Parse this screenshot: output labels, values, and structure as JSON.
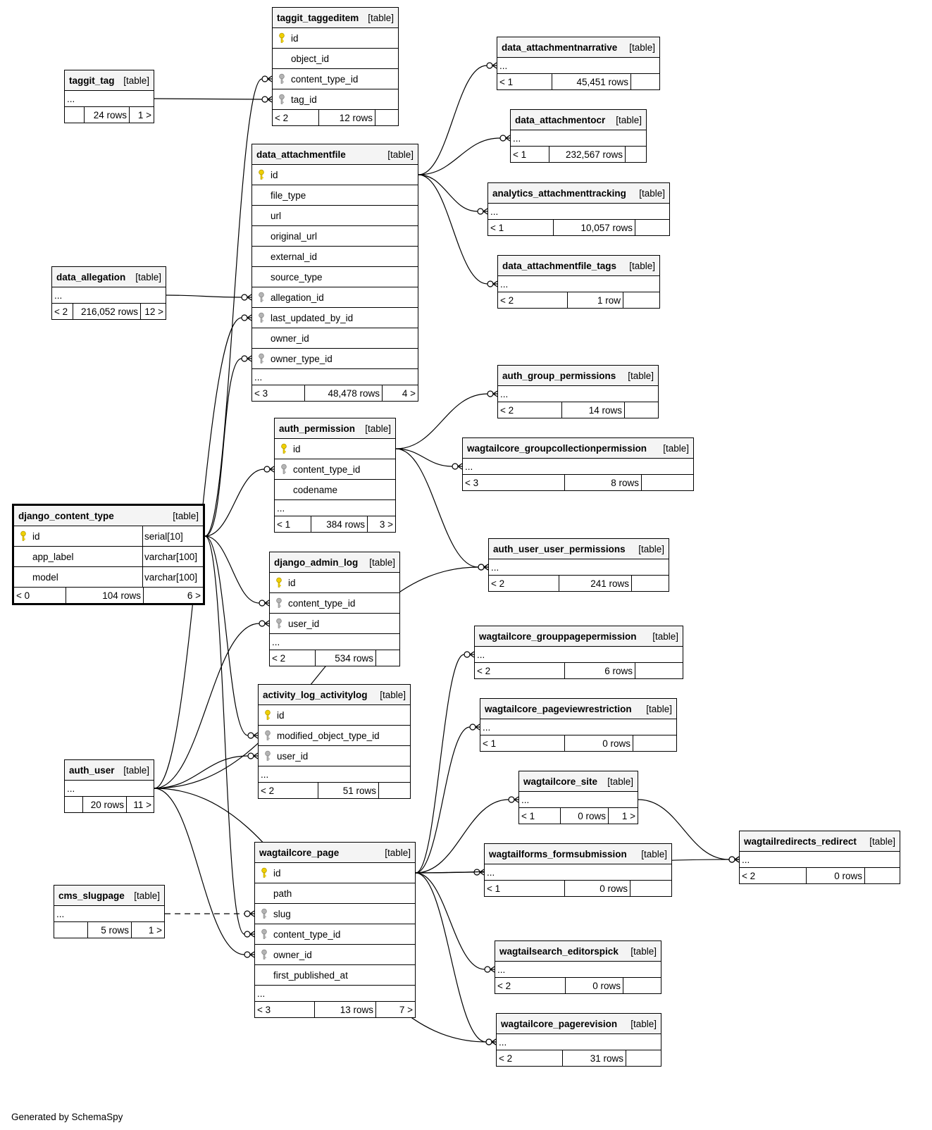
{
  "diagram": {
    "credit": "Generated by SchemaSpy",
    "type_label": "[table]",
    "tables": [
      {
        "id": "taggit_taggeditem",
        "name": "taggit_taggeditem",
        "columns": [
          {
            "name": "id",
            "key": "pk"
          },
          {
            "name": "object_id",
            "key": ""
          },
          {
            "name": "content_type_id",
            "key": "fk"
          },
          {
            "name": "tag_id",
            "key": "fk"
          }
        ],
        "dots": false,
        "parents": "< 2",
        "rows": "12 rows",
        "children": ""
      },
      {
        "id": "taggit_tag",
        "name": "taggit_tag",
        "columns": [],
        "dots": true,
        "parents": "",
        "rows": "24 rows",
        "children": "1 >"
      },
      {
        "id": "data_attachmentfile",
        "name": "data_attachmentfile",
        "columns": [
          {
            "name": "id",
            "key": "pk"
          },
          {
            "name": "file_type",
            "key": ""
          },
          {
            "name": "url",
            "key": ""
          },
          {
            "name": "original_url",
            "key": ""
          },
          {
            "name": "external_id",
            "key": ""
          },
          {
            "name": "source_type",
            "key": ""
          },
          {
            "name": "allegation_id",
            "key": "fk"
          },
          {
            "name": "last_updated_by_id",
            "key": "fk"
          },
          {
            "name": "owner_id",
            "key": ""
          },
          {
            "name": "owner_type_id",
            "key": "fk"
          }
        ],
        "dots": true,
        "parents": "< 3",
        "rows": "48,478 rows",
        "children": "4 >"
      },
      {
        "id": "data_attachmentnarrative",
        "name": "data_attachmentnarrative",
        "columns": [],
        "dots": true,
        "parents": "< 1",
        "rows": "45,451 rows",
        "children": ""
      },
      {
        "id": "data_attachmentocr",
        "name": "data_attachmentocr",
        "columns": [],
        "dots": true,
        "parents": "< 1",
        "rows": "232,567 rows",
        "children": ""
      },
      {
        "id": "analytics_attachmenttracking",
        "name": "analytics_attachmenttracking",
        "columns": [],
        "dots": true,
        "parents": "< 1",
        "rows": "10,057 rows",
        "children": ""
      },
      {
        "id": "data_attachmentfile_tags",
        "name": "data_attachmentfile_tags",
        "columns": [],
        "dots": true,
        "parents": "< 2",
        "rows": "1 row",
        "children": ""
      },
      {
        "id": "data_allegation",
        "name": "data_allegation",
        "columns": [],
        "dots": true,
        "parents": "< 2",
        "rows": "216,052 rows",
        "children": "12 >"
      },
      {
        "id": "auth_group_permissions",
        "name": "auth_group_permissions",
        "columns": [],
        "dots": true,
        "parents": "< 2",
        "rows": "14 rows",
        "children": ""
      },
      {
        "id": "auth_permission",
        "name": "auth_permission",
        "columns": [
          {
            "name": "id",
            "key": "pk"
          },
          {
            "name": "content_type_id",
            "key": "fk"
          },
          {
            "name": "codename",
            "key": ""
          }
        ],
        "dots": true,
        "parents": "< 1",
        "rows": "384 rows",
        "children": "3 >"
      },
      {
        "id": "wagtailcore_groupcollectionpermission",
        "name": "wagtailcore_groupcollectionpermission",
        "columns": [],
        "dots": true,
        "parents": "< 3",
        "rows": "8 rows",
        "children": ""
      },
      {
        "id": "django_content_type",
        "name": "django_content_type",
        "focus": true,
        "columns": [
          {
            "name": "id",
            "key": "pk",
            "type": "serial[10]"
          },
          {
            "name": "app_label",
            "key": "",
            "type": "varchar[100]"
          },
          {
            "name": "model",
            "key": "",
            "type": "varchar[100]"
          }
        ],
        "dots": false,
        "parents": "< 0",
        "rows": "104 rows",
        "children": "6 >"
      },
      {
        "id": "auth_user_user_permissions",
        "name": "auth_user_user_permissions",
        "columns": [],
        "dots": true,
        "parents": "< 2",
        "rows": "241 rows",
        "children": ""
      },
      {
        "id": "django_admin_log",
        "name": "django_admin_log",
        "columns": [
          {
            "name": "id",
            "key": "pk"
          },
          {
            "name": "content_type_id",
            "key": "fk"
          },
          {
            "name": "user_id",
            "key": "fk"
          }
        ],
        "dots": true,
        "parents": "< 2",
        "rows": "534 rows",
        "children": ""
      },
      {
        "id": "wagtailcore_grouppagepermission",
        "name": "wagtailcore_grouppagepermission",
        "columns": [],
        "dots": true,
        "parents": "< 2",
        "rows": "6 rows",
        "children": ""
      },
      {
        "id": "activity_log_activitylog",
        "name": "activity_log_activitylog",
        "columns": [
          {
            "name": "id",
            "key": "pk"
          },
          {
            "name": "modified_object_type_id",
            "key": "fk"
          },
          {
            "name": "user_id",
            "key": "fk"
          }
        ],
        "dots": true,
        "parents": "< 2",
        "rows": "51 rows",
        "children": ""
      },
      {
        "id": "wagtailcore_pageviewrestriction",
        "name": "wagtailcore_pageviewrestriction",
        "columns": [],
        "dots": true,
        "parents": "< 1",
        "rows": "0 rows",
        "children": ""
      },
      {
        "id": "auth_user",
        "name": "auth_user",
        "columns": [],
        "dots": true,
        "parents": "",
        "rows": "20 rows",
        "children": "11 >"
      },
      {
        "id": "wagtailcore_site",
        "name": "wagtailcore_site",
        "columns": [],
        "dots": true,
        "parents": "< 1",
        "rows": "0 rows",
        "children": "1 >"
      },
      {
        "id": "wagtailredirects_redirect",
        "name": "wagtailredirects_redirect",
        "columns": [],
        "dots": true,
        "parents": "< 2",
        "rows": "0 rows",
        "children": ""
      },
      {
        "id": "wagtailcore_page",
        "name": "wagtailcore_page",
        "columns": [
          {
            "name": "id",
            "key": "pk"
          },
          {
            "name": "path",
            "key": ""
          },
          {
            "name": "slug",
            "key": "fk"
          },
          {
            "name": "content_type_id",
            "key": "fk"
          },
          {
            "name": "owner_id",
            "key": "fk"
          },
          {
            "name": "first_published_at",
            "key": ""
          }
        ],
        "dots": true,
        "parents": "< 3",
        "rows": "13 rows",
        "children": "7 >"
      },
      {
        "id": "wagtailforms_formsubmission",
        "name": "wagtailforms_formsubmission",
        "columns": [],
        "dots": true,
        "parents": "< 1",
        "rows": "0 rows",
        "children": ""
      },
      {
        "id": "cms_slugpage",
        "name": "cms_slugpage",
        "columns": [],
        "dots": true,
        "parents": "",
        "rows": "5 rows",
        "children": "1 >"
      },
      {
        "id": "wagtailsearch_editorspick",
        "name": "wagtailsearch_editorspick",
        "columns": [],
        "dots": true,
        "parents": "< 2",
        "rows": "0 rows",
        "children": ""
      },
      {
        "id": "wagtailcore_pagerevision",
        "name": "wagtailcore_pagerevision",
        "columns": [],
        "dots": true,
        "parents": "< 2",
        "rows": "31 rows",
        "children": ""
      }
    ],
    "relations": [
      {
        "from": "taggit_tag",
        "to": "taggit_taggeditem.tag_id"
      },
      {
        "from": "django_content_type",
        "to": "taggit_taggeditem.content_type_id"
      },
      {
        "from": "data_allegation",
        "to": "data_attachmentfile.allegation_id"
      },
      {
        "from": "auth_user",
        "to": "data_attachmentfile.last_updated_by_id"
      },
      {
        "from": "django_content_type",
        "to": "data_attachmentfile.owner_type_id"
      },
      {
        "from": "data_attachmentfile",
        "to": "data_attachmentnarrative"
      },
      {
        "from": "data_attachmentfile",
        "to": "data_attachmentocr"
      },
      {
        "from": "data_attachmentfile",
        "to": "analytics_attachmenttracking"
      },
      {
        "from": "data_attachmentfile",
        "to": "data_attachmentfile_tags"
      },
      {
        "from": "django_content_type",
        "to": "auth_permission.content_type_id"
      },
      {
        "from": "auth_permission",
        "to": "auth_group_permissions"
      },
      {
        "from": "auth_permission",
        "to": "wagtailcore_groupcollectionpermission"
      },
      {
        "from": "auth_permission",
        "to": "auth_user_user_permissions"
      },
      {
        "from": "auth_user",
        "to": "auth_user_user_permissions"
      },
      {
        "from": "django_content_type",
        "to": "django_admin_log.content_type_id"
      },
      {
        "from": "auth_user",
        "to": "django_admin_log.user_id"
      },
      {
        "from": "django_content_type",
        "to": "activity_log_activitylog.modified_object_type_id"
      },
      {
        "from": "auth_user",
        "to": "activity_log_activitylog.user_id"
      },
      {
        "from": "cms_slugpage",
        "to": "wagtailcore_page.slug",
        "dashed": true
      },
      {
        "from": "django_content_type",
        "to": "wagtailcore_page.content_type_id"
      },
      {
        "from": "auth_user",
        "to": "wagtailcore_page.owner_id"
      },
      {
        "from": "wagtailcore_page",
        "to": "wagtailcore_grouppagepermission"
      },
      {
        "from": "wagtailcore_page",
        "to": "wagtailcore_pageviewrestriction"
      },
      {
        "from": "wagtailcore_page",
        "to": "wagtailcore_site"
      },
      {
        "from": "wagtailcore_page",
        "to": "wagtailforms_formsubmission"
      },
      {
        "from": "wagtailcore_page",
        "to": "wagtailredirects_redirect"
      },
      {
        "from": "wagtailcore_site",
        "to": "wagtailredirects_redirect"
      },
      {
        "from": "wagtailcore_page",
        "to": "wagtailsearch_editorspick"
      },
      {
        "from": "wagtailcore_page",
        "to": "wagtailcore_pagerevision"
      },
      {
        "from": "auth_user",
        "to": "wagtailcore_pagerevision"
      }
    ]
  }
}
